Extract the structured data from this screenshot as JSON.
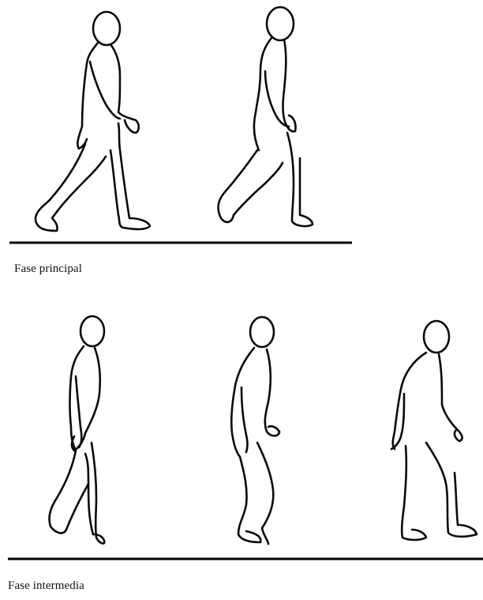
{
  "captions": {
    "phase_main": "Fase principal",
    "phase_intermediate": "Fase intermedia"
  },
  "figure_counts": {
    "main_phase": 2,
    "intermediate_phase": 3
  }
}
